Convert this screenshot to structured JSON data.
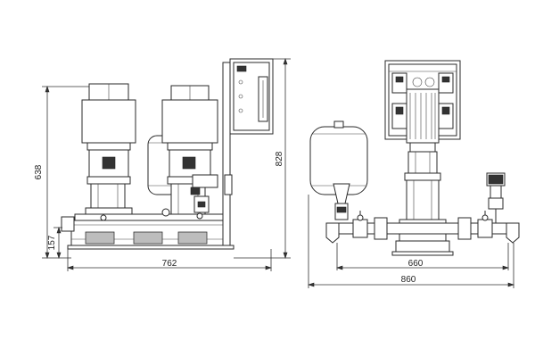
{
  "dimensions": {
    "side_overall_height": "638",
    "side_base_height": "157",
    "side_overall_width": "762",
    "side_panel_height": "828",
    "front_inner_width": "660",
    "front_overall_width": "860"
  }
}
